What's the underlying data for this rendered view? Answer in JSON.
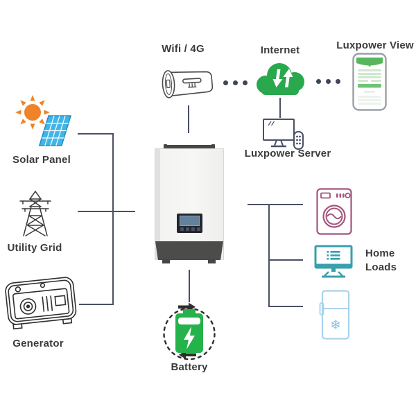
{
  "diagram": {
    "nodes": {
      "wifi": {
        "label": "Wifi / 4G",
        "icon": "wifi-dongle-icon"
      },
      "internet": {
        "label": "Internet",
        "icon": "cloud-transfer-icon"
      },
      "luxpower_view": {
        "label": "Luxpower View",
        "icon": "phone-app-icon"
      },
      "luxpower_server": {
        "label": "Luxpower Server",
        "icon": "server-monitor-icon"
      },
      "solar_panel": {
        "label": "Solar Panel",
        "icon": "sun-and-panel-icon"
      },
      "utility_grid": {
        "label": "Utility Grid",
        "icon": "transmission-tower-icon"
      },
      "generator": {
        "label": "Generator",
        "icon": "generator-icon"
      },
      "battery": {
        "label": "Battery",
        "icon": "battery-icon"
      },
      "home_loads": {
        "label": "Home Loads",
        "icons": [
          "washing-machine-icon",
          "tv-monitor-icon",
          "refrigerator-icon"
        ]
      },
      "inverter": {
        "label": "",
        "icon": "inverter-unit"
      }
    },
    "connections": [
      {
        "from": "wifi",
        "to": "inverter",
        "style": "solid"
      },
      {
        "from": "wifi",
        "to": "internet",
        "style": "dotted"
      },
      {
        "from": "internet",
        "to": "luxpower_view",
        "style": "dotted"
      },
      {
        "from": "internet",
        "to": "luxpower_server",
        "style": "solid"
      },
      {
        "from": "solar_panel",
        "to": "inverter",
        "style": "solid"
      },
      {
        "from": "utility_grid",
        "to": "inverter",
        "style": "solid"
      },
      {
        "from": "generator",
        "to": "inverter",
        "style": "solid"
      },
      {
        "from": "inverter",
        "to": "battery",
        "style": "solid",
        "bidirectional": true
      },
      {
        "from": "inverter",
        "to": "home_loads",
        "style": "solid"
      }
    ],
    "colors": {
      "line": "#4a5063",
      "text": "#3b3b3b",
      "cloud_green": "#2aa84e",
      "battery_green": "#24b24b",
      "sun_orange": "#f08228",
      "panel_blue": "#41b5e7",
      "washer_plum": "#a4547e",
      "monitor_teal": "#389fad",
      "fridge_blue": "#a8d3ee"
    }
  }
}
